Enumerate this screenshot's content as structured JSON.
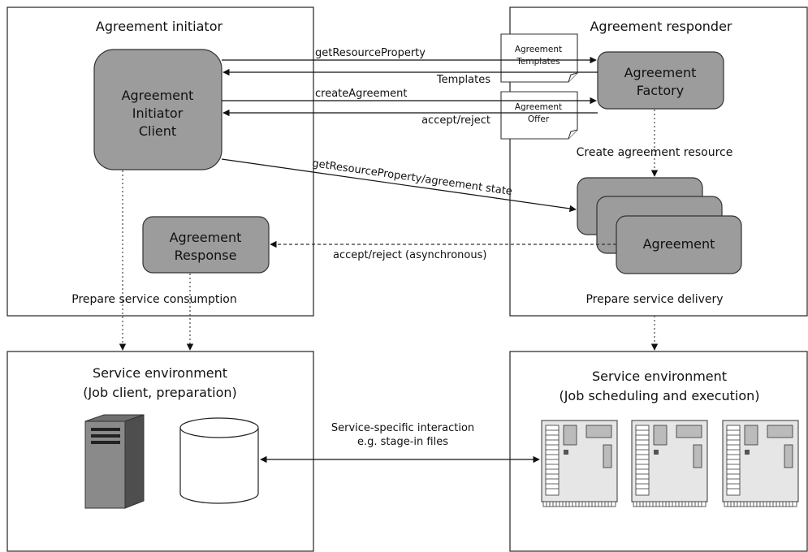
{
  "initiator": {
    "title": "Agreement initiator",
    "client_lines": [
      "Agreement",
      "Initiator",
      "Client"
    ],
    "response_lines": [
      "Agreement",
      "Response"
    ],
    "footer": "Prepare service consumption"
  },
  "responder": {
    "title": "Agreement responder",
    "factory_lines": [
      "Agreement",
      "Factory"
    ],
    "create_label": "Create agreement resource",
    "agreement_label": "Agreement",
    "footer": "Prepare service delivery"
  },
  "documents": {
    "templates_lines": [
      "Agreement",
      "Templates"
    ],
    "offer_lines": [
      "Agreement",
      "Offer"
    ]
  },
  "messages": {
    "get_resource_property": "getResourceProperty",
    "templates": "Templates",
    "create_agreement": "createAgreement",
    "accept_reject": "accept/reject",
    "get_state": "getResourceProperty/agreement state",
    "accept_reject_async": "accept/reject (asynchronous)"
  },
  "env_left": {
    "title_lines": [
      "Service environment",
      "(Job client, preparation)"
    ]
  },
  "env_right": {
    "title_lines": [
      "Service environment",
      "(Job scheduling and execution)"
    ]
  },
  "interaction": {
    "lines": [
      "Service-specific interaction",
      "e.g. stage-in  files"
    ]
  }
}
